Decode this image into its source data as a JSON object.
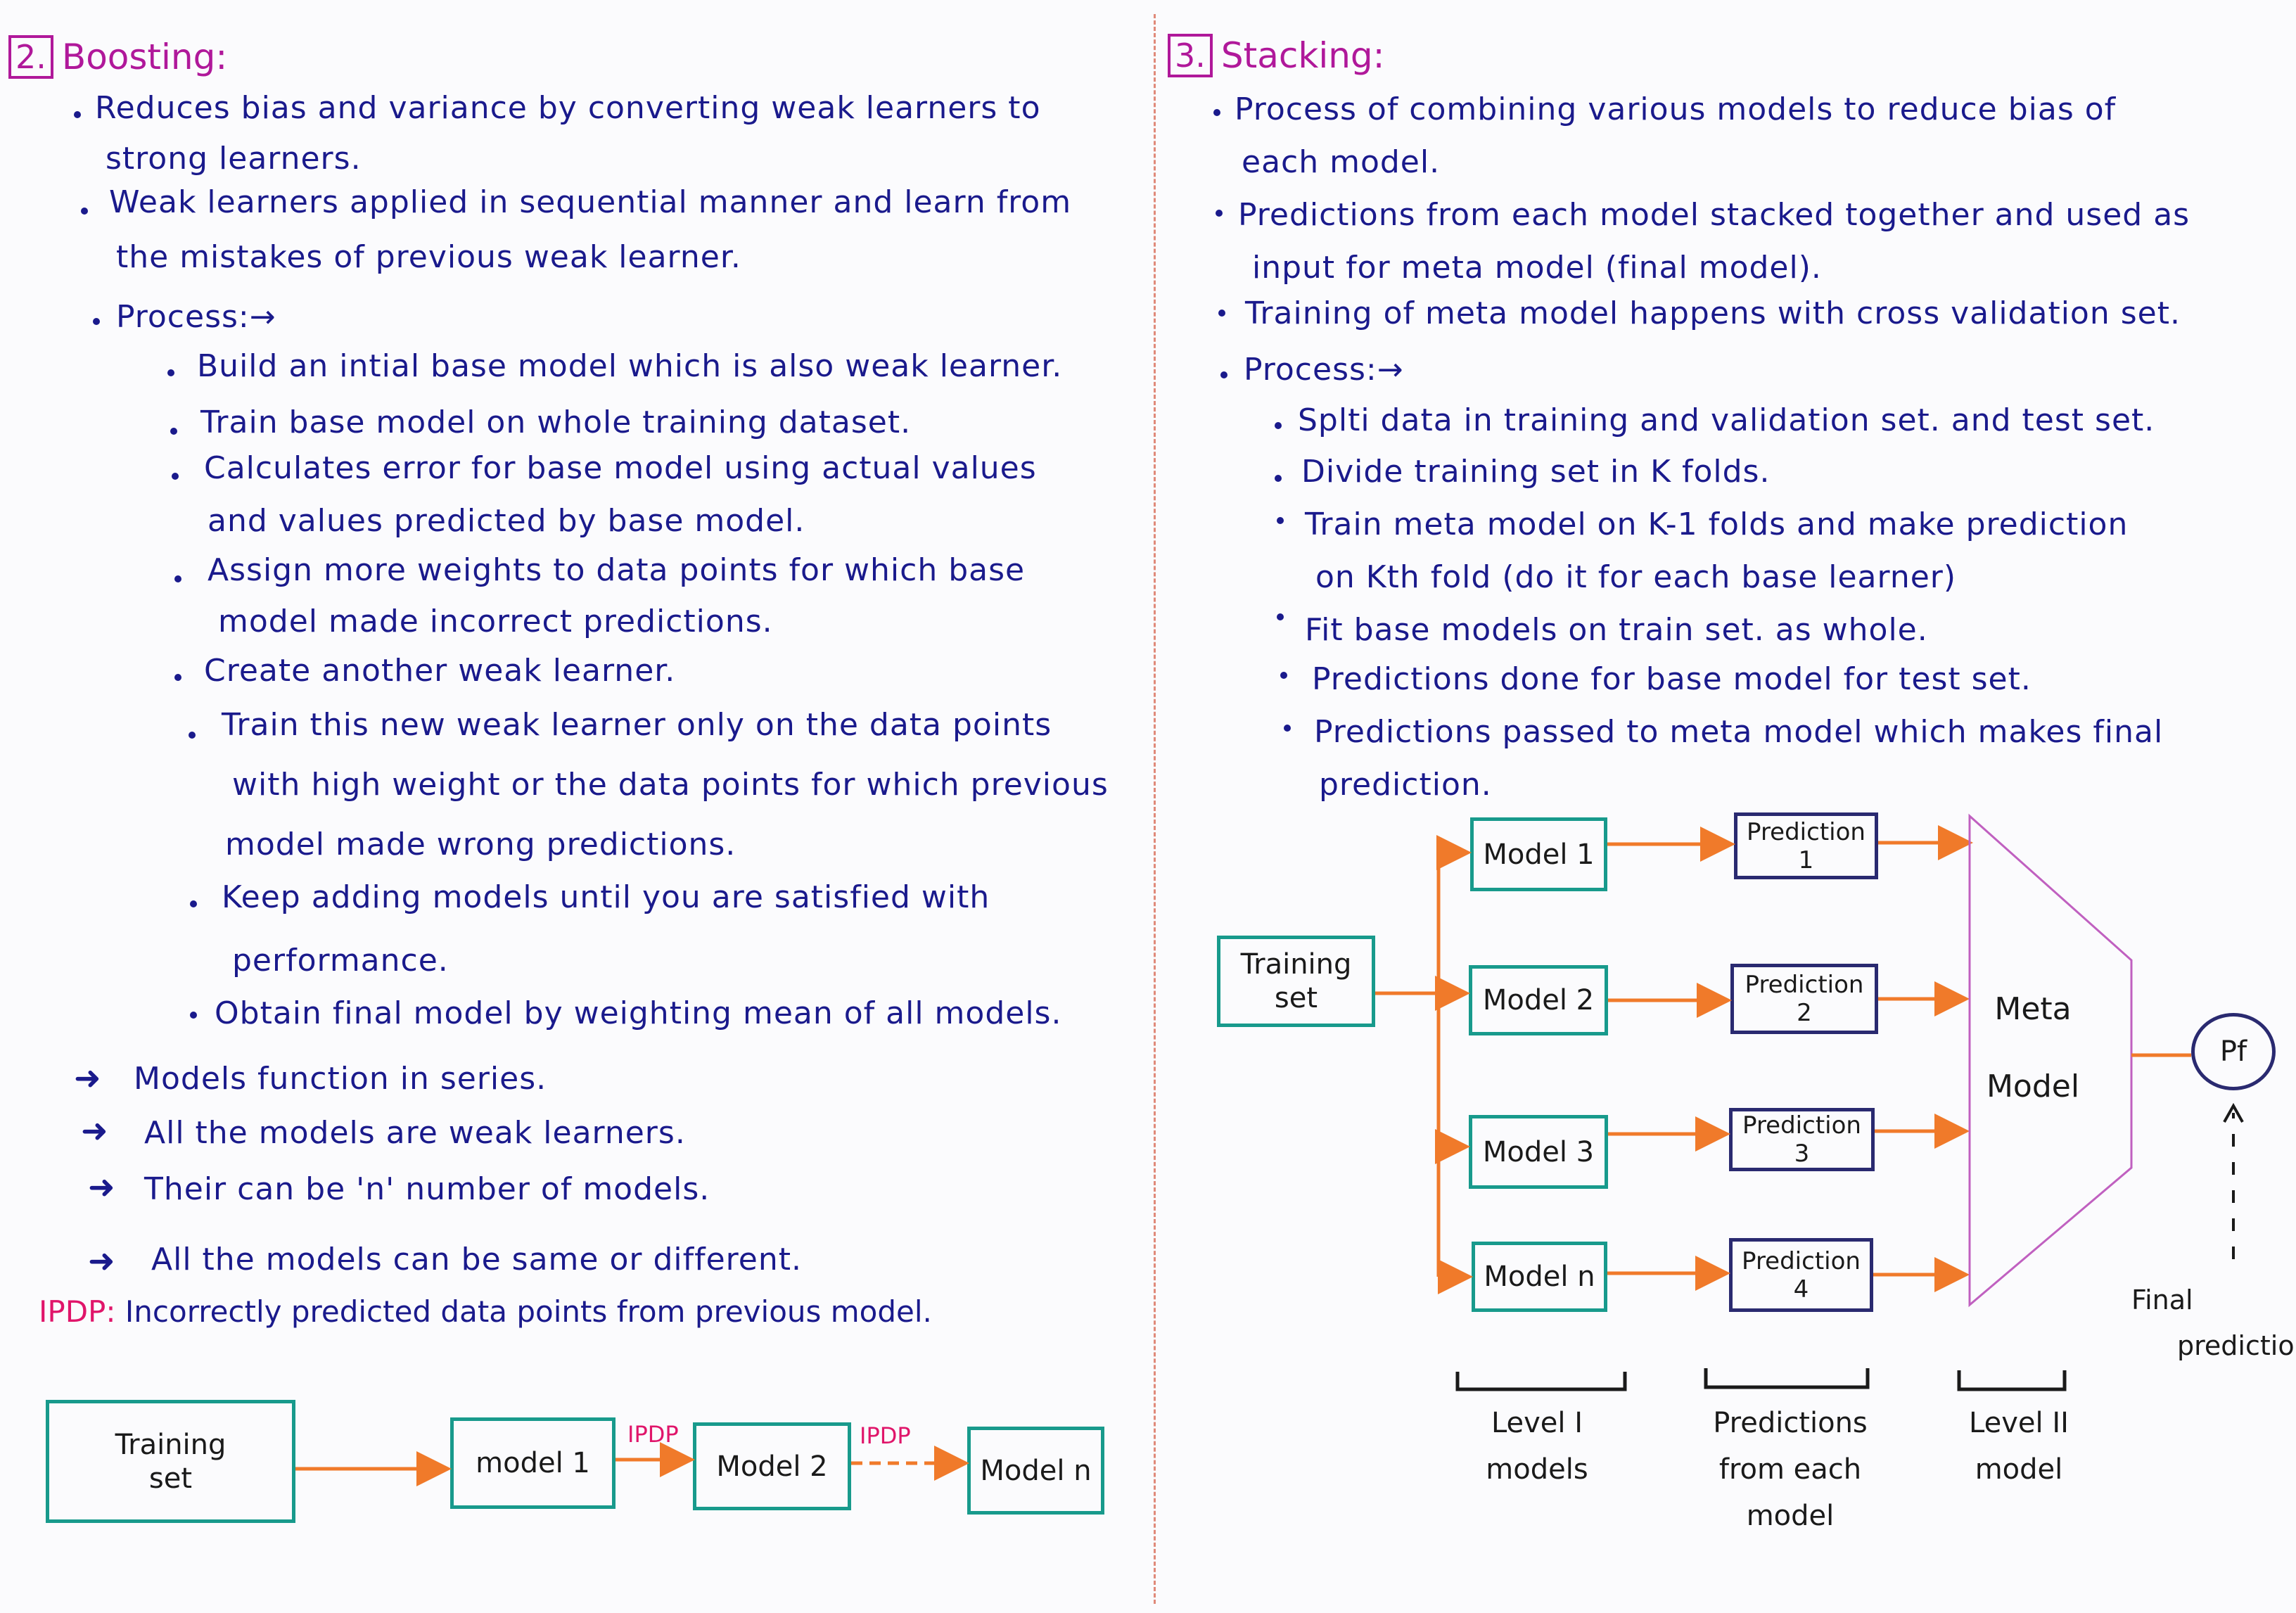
{
  "boosting": {
    "number": "2.",
    "title": "Boosting:",
    "bullets": [
      [
        "Reduces bias and variance by converting weak learners to",
        "strong learners."
      ],
      [
        "Weak learners applied in sequential manner and learn from",
        "the mistakes of previous weak learner."
      ]
    ],
    "process_label": "Process:→",
    "steps": [
      [
        "Build an intial base model which is also weak learner."
      ],
      [
        "Train base model on whole training dataset."
      ],
      [
        "Calculates error for base model using actual values",
        "and values predicted by base model."
      ],
      [
        "Assign more weights to data points for which base",
        "model made incorrect predictions."
      ],
      [
        "Create another weak learner."
      ],
      [
        "Train this new weak learner only on the data points",
        "with high weight or the data points for which previous",
        "model made wrong predictions."
      ],
      [
        "Keep adding models until you are satisfied with",
        "performance."
      ],
      [
        "Obtain final model by weighting mean of all models."
      ]
    ],
    "notes": [
      "Models function in series.",
      "All the models are weak learners.",
      "Their can be 'n' number of models.",
      "All the models can be same or different."
    ],
    "ipdp_label": "IPDP:",
    "ipdp_text": "Incorrectly predicted data points from previous model.",
    "diagram": {
      "training_set": [
        "Training",
        "set"
      ],
      "model1": "model 1",
      "model2": "Model 2",
      "modeln": "Model n",
      "edge_label_1": "IPDP",
      "edge_label_2": "IPDP"
    }
  },
  "stacking": {
    "number": "3.",
    "title": "Stacking:",
    "bullets": [
      [
        "Process of combining various models to reduce bias of",
        "each model."
      ],
      [
        "Predictions from each model stacked together and used as",
        "input for meta model (final model)."
      ],
      [
        "Training of meta model happens with cross validation set."
      ]
    ],
    "process_label": "Process:→",
    "steps": [
      [
        "Splti data in training and validation set. and test set."
      ],
      [
        "Divide training set in K folds."
      ],
      [
        "Train meta model on K-1 folds and make prediction",
        "on Kth fold (do it for each base learner)"
      ],
      [
        "Fit base models on train set. as whole."
      ],
      [
        "Predictions done for base model for test set."
      ],
      [
        "Predictions passed to meta model which makes final",
        "prediction."
      ]
    ],
    "diagram": {
      "training_set": [
        "Training",
        "set"
      ],
      "models": [
        "Model 1",
        "Model 2",
        "Model 3",
        "Model n"
      ],
      "predictions": [
        [
          "Prediction",
          "1"
        ],
        [
          "Prediction",
          "2"
        ],
        [
          "Prediction",
          "3"
        ],
        [
          "Prediction",
          "4"
        ]
      ],
      "meta": [
        "Meta",
        "Model"
      ],
      "pf": "Pf",
      "final_label": [
        "Final",
        "prediction"
      ],
      "captions": {
        "level1": [
          "Level I",
          "models"
        ],
        "preds": [
          "Predictions",
          "from each",
          "model"
        ],
        "level2": [
          "Level II",
          "model"
        ]
      }
    }
  },
  "colors": {
    "ink": "#1a1a8c",
    "heading": "#b0189a",
    "teal_box": "#189a8c",
    "navy_box": "#2a2a70",
    "arrow": "#f07a2a",
    "meta_outline": "#c060c0",
    "ipdp": "#e0156a"
  }
}
